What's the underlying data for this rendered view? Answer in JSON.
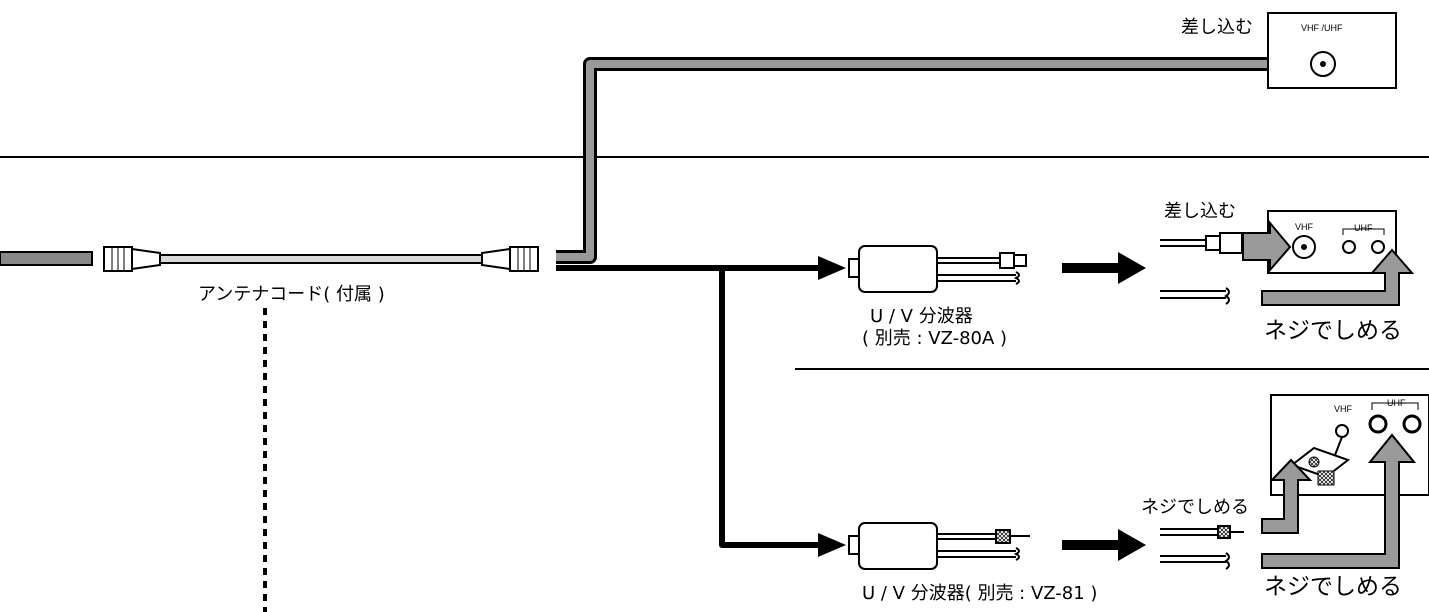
{
  "labels": {
    "antenna_cord": "アンテナコード( 付属 )",
    "insert_top": "差し込む",
    "insert_mid": "差し込む",
    "splitter_80a_name": "U / V 分波器",
    "splitter_80a_note": "( 別売 : VZ-80A )",
    "splitter_81": "U / V 分波器( 別売 : VZ-81 )",
    "screw_mid": "ネジでしめる",
    "screw_low_left": "ネジでしめる",
    "screw_low_right": "ネジでしめる",
    "terminal_vhf_uhf": "VHF /UHF",
    "terminal_mid_vhf": "VHF",
    "terminal_mid_uhf": "UHF",
    "terminal_low_vhf": "VHF",
    "terminal_low_uhf": "UHF"
  },
  "colors": {
    "line": "#000000",
    "arrow_gray": "#9a9a9a",
    "cable_gray": "#c8c8c8",
    "background": "#ffffff"
  }
}
